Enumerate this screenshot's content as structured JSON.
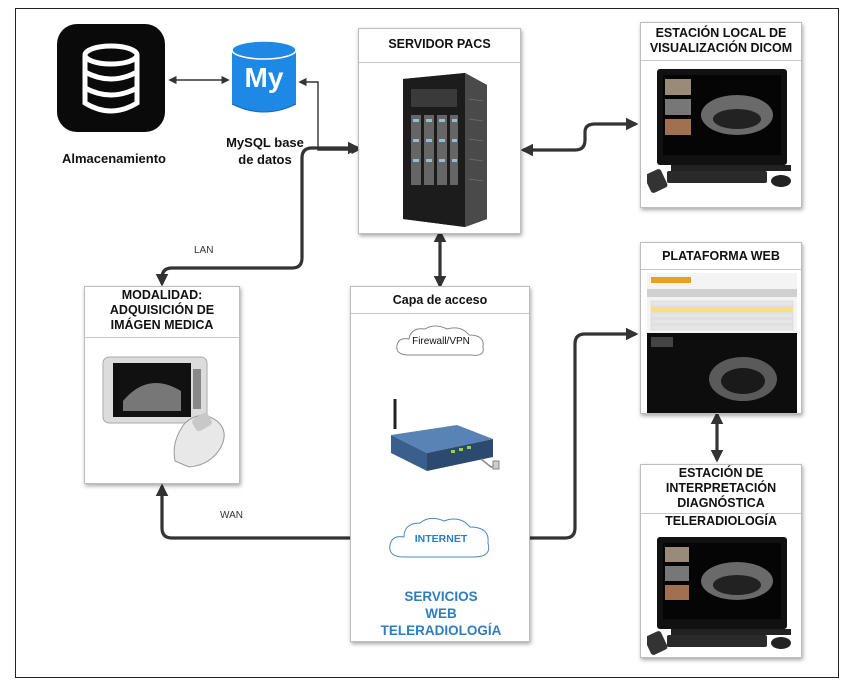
{
  "storage": {
    "label": "Almacenamiento"
  },
  "mysql": {
    "logo_text": "My",
    "label_line1": "MySQL base",
    "label_line2": "de datos"
  },
  "pacs": {
    "title": "SERVIDOR PACS"
  },
  "local_station": {
    "title_line1": "ESTACIÓN LOCAL DE",
    "title_line2": "VISUALIZACIÓN DICOM"
  },
  "web_platform": {
    "title": "PLATAFORMA WEB"
  },
  "modality": {
    "title_line1": "MODALIDAD:",
    "title_line2": "ADQUISICIÓN DE",
    "title_line3": "IMÁGEN MEDICA"
  },
  "access_layer": {
    "title": "Capa de acceso",
    "firewall": "Firewall/VPN",
    "internet": "INTERNET",
    "services_line1": "SERVICIOS",
    "services_line2": "WEB",
    "services_line3": "TELERADIOLOGÍA"
  },
  "interpretation": {
    "title_line1": "ESTACIÓN DE",
    "title_line2": "INTERPRETACIÓN",
    "title_line3": "DIAGNÓSTICA",
    "title_line4": "TELERADIOLOGÍA"
  },
  "links": {
    "lan": "LAN",
    "wan": "WAN"
  },
  "colors": {
    "link": "#333333",
    "services": "#2e7dc1",
    "mysql_blue": "#1e88e5"
  }
}
